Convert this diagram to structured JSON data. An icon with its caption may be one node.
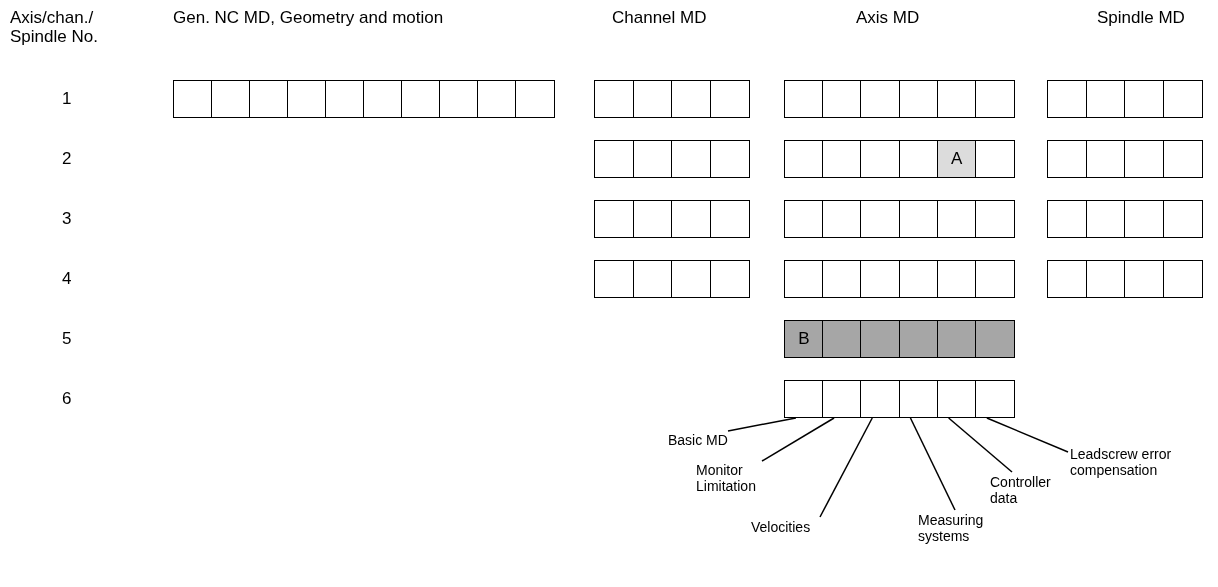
{
  "diagram": {
    "nodes": [
      {
        "text": [],
        "shape": "box"
      },
      {
        "text": [],
        "shape": "box"
      },
      {
        "text": [],
        "shape": "box"
      },
      {
        "text": [],
        "shape": "box"
      },
      {
        "text": [],
        "shape": "box"
      },
      {
        "text": [],
        "shape": "box"
      },
      {
        "text": [],
        "shape": "box"
      },
      {
        "text": [],
        "shape": "box"
      },
      {
        "text": [],
        "shape": "box"
      },
      {
        "text": [],
        "shape": "box"
      },
      {
        "text": [],
        "shape": "box"
      },
      {
        "text": [],
        "shape": "box"
      },
      {
        "text": [],
        "shape": "box"
      },
      {
        "text": [],
        "shape": "box"
      },
      {
        "text": [],
        "shape": "box"
      },
      {
        "text": [],
        "shape": "box"
      },
      {
        "text": [],
        "shape": "box"
      },
      {
        "text": [],
        "shape": "box"
      },
      {
        "text": [],
        "shape": "box"
      },
      {
        "text": [],
        "shape": "box"
      },
      {
        "text": [],
        "shape": "box"
      },
      {
        "text": [],
        "shape": "box"
      },
      {
        "text": [],
        "shape": "box"
      },
      {
        "text": [],
        "shape": "box"
      },
      {
        "text": [],
        "shape": "box"
      },
      {
        "text": [],
        "shape": "box"
      },
      {
        "text": [],
        "shape": "box"
      },
      {
        "text": [],
        "shape": "box"
      },
      {
        "text": [],
        "shape": "box"
      },
      {
        "text": [],
        "shape": "box"
      },
      {
        "text": [],
        "shape": "box"
      },
      {
        "text": [],
        "shape": "box"
      },
      {
        "text": [
          "A"
        ]
      },
      {
        "text": [],
        "shape": "box"
      },
      {
        "text": [],
        "shape": "box"
      },
      {
        "text": [],
        "shape": "box"
      },
      {
        "text": [],
        "shape": "box"
      },
      {
        "text": [],
        "shape": "box"
      },
      {
        "text": [],
        "shape": "box"
      },
      {
        "text": [],
        "shape": "box"
      },
      {
        "text": [],
        "shape": "box"
      },
      {
        "text": [],
        "shape": "box"
      },
      {
        "text": [],
        "shape": "box"
      },
      {
        "text": [],
        "shape": "box"
      },
      {
        "text": [],
        "shape": "box"
      },
      {
        "text": [],
        "shape": "box"
      },
      {
        "text": [],
        "shape": "box"
      },
      {
        "text": [],
        "shape": "box"
      },
      {
        "text": [],
        "shape": "box"
      },
      {
        "text": [],
        "shape": "box"
      },
      {
        "text": [],
        "shape": "box"
      },
      {
        "text": [],
        "shape": "box"
      },
      {
        "text": [],
        "shape": "box"
      },
      {
        "text": [],
        "shape": "box"
      },
      {
        "text": [],
        "shape": "box"
      },
      {
        "text": [],
        "shape": "box"
      },
      {
        "text": [],
        "shape": "box"
      },
      {
        "text": [],
        "shape": "box"
      },
      {
        "text": [],
        "shape": "box"
      },
      {
        "text": [],
        "shape": "box"
      },
      {
        "text": [],
        "shape": "box"
      },
      {
        "text": [],
        "shape": "box"
      },
      {
        "text": [],
        "shape": "box"
      },
      {
        "text": [],
        "shape": "box"
      },
      {
        "text": [],
        "shape": "box"
      },
      {
        "text": [],
        "shape": "box"
      },
      {
        "text": [
          "B"
        ]
      },
      {
        "text": [],
        "shape": "box"
      },
      {
        "text": [],
        "shape": "box"
      },
      {
        "text": [],
        "shape": "box"
      },
      {
        "text": [],
        "shape": "box"
      },
      {
        "text": [],
        "shape": "box"
      },
      {
        "text": [],
        "shape": "box"
      },
      {
        "text": [],
        "shape": "box"
      },
      {
        "text": [],
        "shape": "box"
      },
      {
        "text": [],
        "shape": "box"
      },
      {
        "text": [],
        "shape": "box"
      },
      {
        "text": [],
        "shape": "box"
      },
      {
        "text": [
          "Basic MD"
        ]
      },
      {
        "text": [
          "Monitor Limitation"
        ]
      },
      {
        "text": [
          "Velocities"
        ]
      },
      {
        "text": [
          "Measuring systems"
        ]
      },
      {
        "text": [
          "Controller data"
        ]
      },
      {
        "text": [
          "Leadscrew error compensation"
        ]
      }
    ],
    "edges": [
      {
        "from": 78,
        "to": 72,
        "arrow": "none"
      },
      {
        "from": 79,
        "to": 73,
        "arrow": "none"
      },
      {
        "from": 80,
        "to": 74,
        "arrow": "none"
      },
      {
        "from": 81,
        "to": 75,
        "arrow": "none"
      },
      {
        "from": 82,
        "to": 76,
        "arrow": "none"
      },
      {
        "from": 83,
        "to": 77,
        "arrow": "none"
      }
    ],
    "labels": [
      "Axis/chan./ Spindle No.",
      "Gen. NC MD, Geometry and motion",
      "Channel MD",
      "Axis MD",
      "Spindle MD",
      "1",
      "2",
      "3",
      "4",
      "5",
      "6"
    ]
  }
}
